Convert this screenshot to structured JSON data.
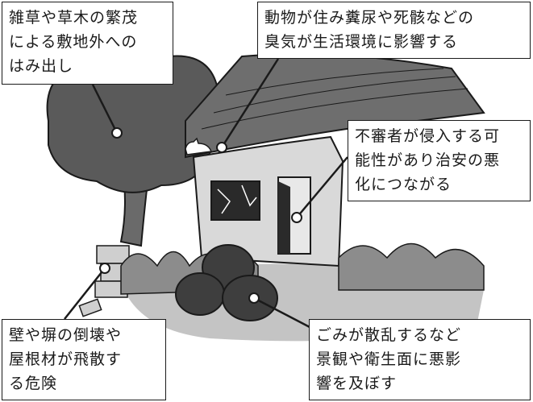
{
  "callouts": {
    "weeds": {
      "lines": [
        "雑草や草木の繁茂",
        "による敷地外への",
        "はみ出し"
      ]
    },
    "animals": {
      "lines": [
        "動物が住み糞尿や死骸などの",
        "臭気が生活環境に影響する"
      ]
    },
    "intruders": {
      "lines": [
        "不審者が侵入する可",
        "能性があり治安の悪",
        "化につながる"
      ]
    },
    "walls": {
      "lines": [
        "壁や塀の倒壊や",
        "屋根材が飛散す",
        "る危険"
      ]
    },
    "garbage": {
      "lines": [
        "ごみが散乱するなど",
        "景観や衛生面に悪影",
        "響を及ぼす"
      ]
    }
  },
  "colors": {
    "line": "#1a1a1a",
    "dark_foliage": "#5a5a5a",
    "mid_gray": "#8c8c8c",
    "light_gray": "#c4c4c4",
    "roof": "#6e6e6e"
  }
}
